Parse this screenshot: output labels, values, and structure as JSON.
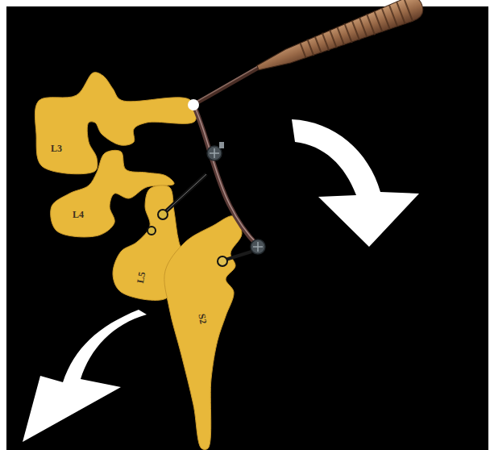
{
  "diagram": {
    "nodes": [
      {
        "text": [
          "L3"
        ]
      },
      {
        "text": [
          "L4"
        ]
      },
      {
        "text": [
          "L5"
        ]
      },
      {
        "text": [
          "S2"
        ]
      }
    ]
  }
}
